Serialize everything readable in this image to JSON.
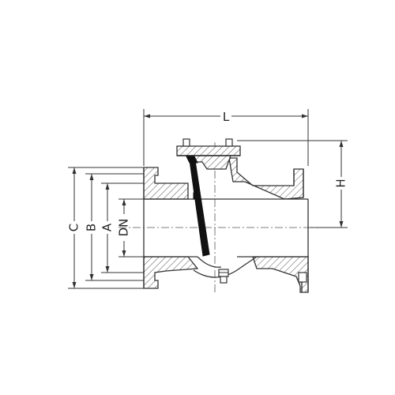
{
  "drawing": {
    "labels": {
      "L": "L",
      "H": "H",
      "C": "C",
      "B": "B",
      "A": "A",
      "DN": "DN"
    }
  }
}
